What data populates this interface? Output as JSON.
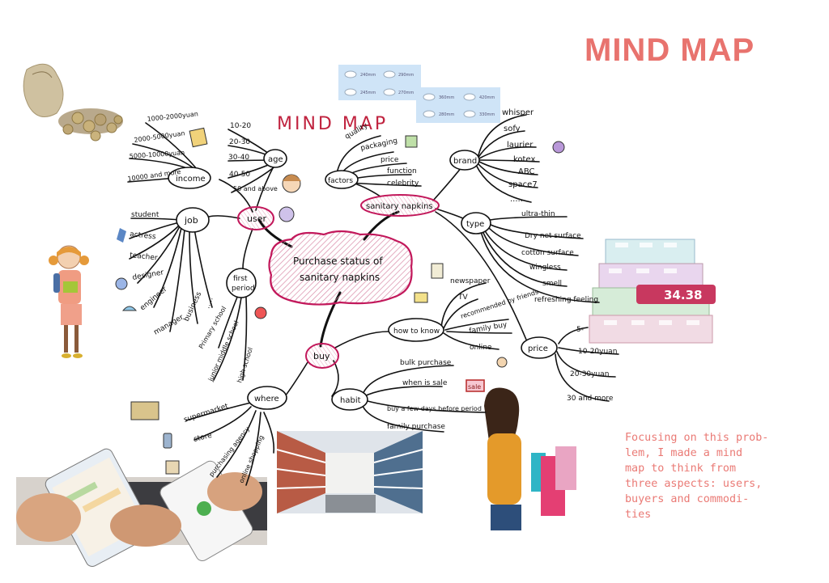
{
  "header": {
    "title": "MIND MAP"
  },
  "mindmap": {
    "inner_title": "MIND MAP",
    "center": [
      "Purchase status of",
      "sanitary napkins"
    ],
    "user": {
      "label": "user",
      "age": {
        "label": "age",
        "items": [
          "10-20",
          "20-30",
          "30-40",
          "40-50",
          "50 and above"
        ]
      },
      "income": {
        "label": "income",
        "items": [
          "1000-2000yuan",
          "2000-5000yuan",
          "5000-10000yuan",
          "10000 and more"
        ]
      },
      "job": {
        "label": "job",
        "items": [
          "student",
          "actress",
          "teacher",
          "designer",
          "engineer",
          "manager",
          "business",
          "....."
        ]
      },
      "first_period": {
        "label": [
          "first",
          "period"
        ],
        "items": [
          "Primary school",
          "junior middle school",
          "high school"
        ]
      }
    },
    "sanitary_napkins": {
      "label": "sanitary napkins",
      "factors": {
        "label": "factors",
        "items": [
          "quality",
          "packaging",
          "price",
          "function",
          "celebrity"
        ]
      },
      "brand": {
        "label": "brand",
        "items": [
          "whisper",
          "sofy",
          "laurier",
          "kotex",
          "ABC",
          "space7",
          "....."
        ]
      },
      "type": {
        "label": "type",
        "items": [
          "ultra-thin",
          "Dry net surface",
          "cotton surface",
          "wingless",
          "smell",
          "refreshing feeling"
        ]
      },
      "price": {
        "label": "price",
        "items": [
          "5-",
          "10-20yuan",
          "20-30yuan",
          "30 and more"
        ]
      }
    },
    "buy": {
      "label": "buy",
      "how_to_know": {
        "label": "how to know",
        "items": [
          "newspaper",
          "TV",
          "recommended by friends",
          "family buy",
          "online"
        ]
      },
      "habit": {
        "label": "habit",
        "items": [
          "bulk purchase",
          "when is sale",
          "buy a few days before period",
          "family purchase"
        ]
      },
      "where": {
        "label": "where",
        "items": [
          "supermarket",
          "store",
          "purchasing agency",
          "online shopping"
        ]
      }
    },
    "sale_sticker": "sale",
    "pad_sizes": [
      "240mm",
      "290mm",
      "245mm",
      "270mm",
      "360mm",
      "420mm",
      "280mm",
      "330mm"
    ],
    "promo_tag": "34.38"
  },
  "note": {
    "lines": [
      "Focusing on this prob-",
      "lem, I made a mind",
      "map to think from",
      "three aspects: users,",
      "buyers and commodi-",
      "ties"
    ]
  },
  "colors": {
    "accent": "#e8736e",
    "node_outline": "#c2185b",
    "ink": "#111111"
  }
}
